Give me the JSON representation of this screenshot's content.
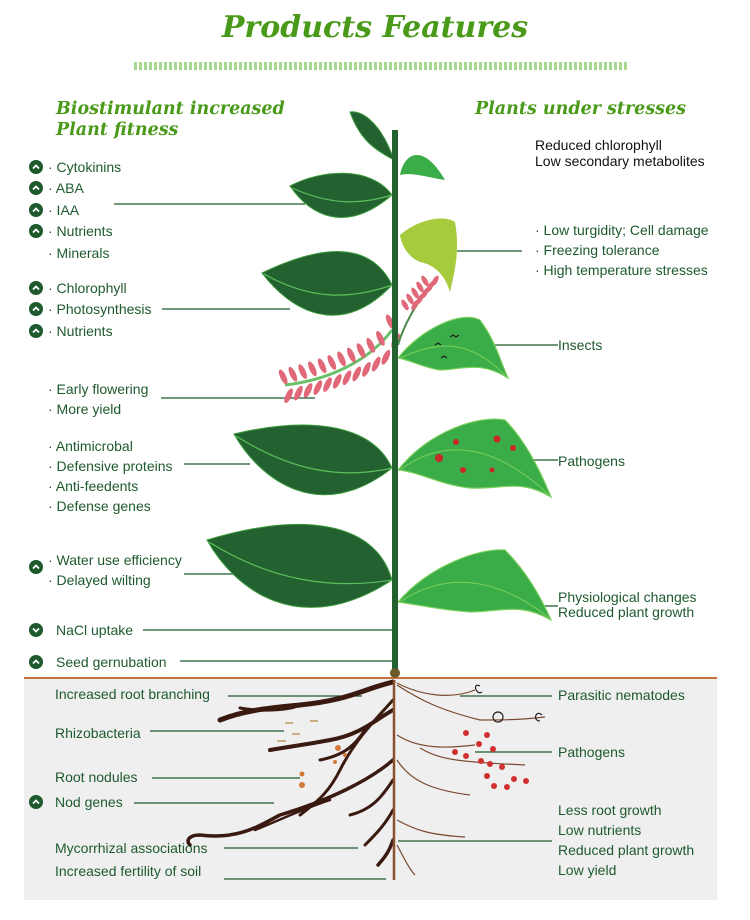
{
  "header": {
    "title": "Products Features"
  },
  "left_section": {
    "heading_line1": "Biostimulant increased",
    "heading_line2": "Plant fitness",
    "items": [
      {
        "text": "· Cytokinins",
        "icon": "chevron-up-circle-icon"
      },
      {
        "text": "· ABA",
        "icon": "chevron-up-circle-icon"
      },
      {
        "text": "· IAA",
        "icon": "chevron-up-circle-icon"
      },
      {
        "text": "· Nutrients",
        "icon": "chevron-up-circle-icon"
      },
      {
        "text": "· Minerals",
        "icon": null
      },
      {
        "text": "· Chlorophyll",
        "icon": "chevron-up-circle-icon"
      },
      {
        "text": "· Photosynthesis",
        "icon": "chevron-up-circle-icon"
      },
      {
        "text": "· Nutrients",
        "icon": "chevron-up-circle-icon"
      },
      {
        "text": "· Early flowering",
        "icon": null
      },
      {
        "text": "· More yield",
        "icon": null
      },
      {
        "text": "· Antimicrobal",
        "icon": null
      },
      {
        "text": "· Defensive proteins",
        "icon": null
      },
      {
        "text": "· Anti-feedents",
        "icon": null
      },
      {
        "text": "· Defense genes",
        "icon": null
      },
      {
        "text": "· Water use efficiency",
        "icon": "chevron-up-circle-icon"
      },
      {
        "text": "· Delayed wilting",
        "icon": null
      },
      {
        "text": "NaCl uptake",
        "icon": "chevron-down-circle-icon"
      },
      {
        "text": "Seed gernubation",
        "icon": "chevron-up-circle-icon"
      }
    ]
  },
  "right_section": {
    "heading": "Plants under stresses",
    "items": [
      {
        "text": "Reduced chlorophyll"
      },
      {
        "text": "Low secondary metabolites"
      },
      {
        "text": "· Low turgidity; Cell damage"
      },
      {
        "text": "· Freezing tolerance"
      },
      {
        "text": "· High temperature stresses"
      },
      {
        "text": "Insects"
      },
      {
        "text": "Pathogens"
      },
      {
        "text": "Physiological changes"
      },
      {
        "text": "Reduced plant growth"
      }
    ]
  },
  "roots_left": {
    "items": [
      {
        "text": "Increased root branching",
        "icon": null
      },
      {
        "text": "Rhizobacteria",
        "icon": null
      },
      {
        "text": "Root nodules",
        "icon": null
      },
      {
        "text": "Nod genes",
        "icon": "chevron-up-circle-icon"
      },
      {
        "text": "Mycorrhizal associations",
        "icon": null
      },
      {
        "text": "Increased fertility of soil",
        "icon": null
      }
    ]
  },
  "roots_right": {
    "items": [
      {
        "text": "Parasitic nematodes"
      },
      {
        "text": "Pathogens"
      },
      {
        "text": "Less root growth"
      },
      {
        "text": "Low nutrients"
      },
      {
        "text": "Reduced plant growth"
      },
      {
        "text": "Low yield"
      }
    ]
  },
  "colors": {
    "title_green": "#4a9a1a",
    "label_green": "#1e5a2e",
    "dark_leaf": "#236230",
    "light_leaf": "#3aac48",
    "pale_leaf": "#a6cc3e",
    "root_brown": "#3a1a10",
    "soil_line": "#c8703a",
    "soil_bg": "#efefef",
    "pathogen_red": "#d03030"
  }
}
